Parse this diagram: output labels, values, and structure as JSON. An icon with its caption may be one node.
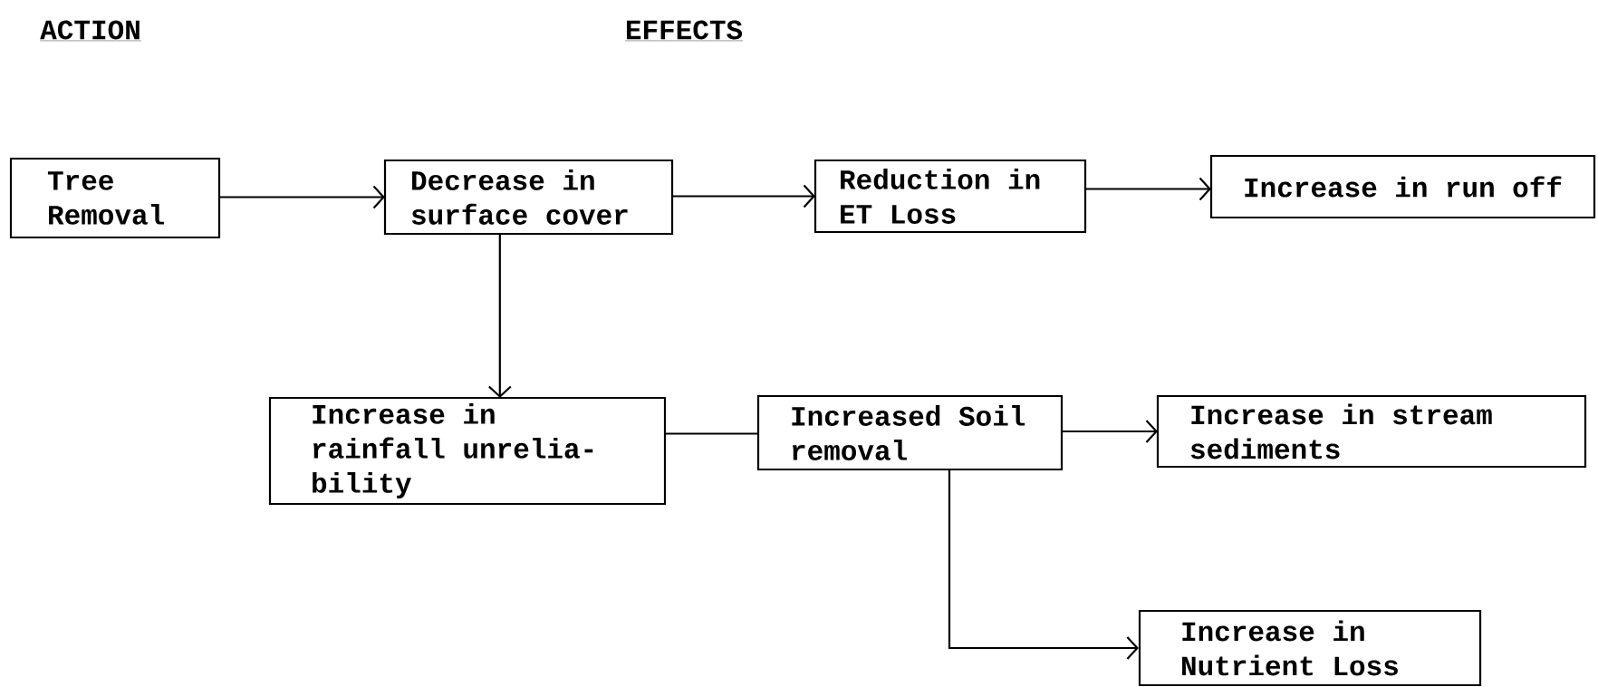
{
  "diagram": {
    "nodes": [
      {
        "text": [
          "Tree Removal"
        ]
      },
      {
        "text": [
          "Decrease in surface cover"
        ]
      },
      {
        "text": [
          "Reduction in ET Loss"
        ]
      },
      {
        "text": [
          "Increase in run off"
        ]
      },
      {
        "text": [
          "Increase in rainfall unrelia- bility"
        ]
      },
      {
        "text": [
          "Increased Soil removal"
        ]
      },
      {
        "text": [
          "Increase in stream sediments"
        ]
      },
      {
        "text": [
          "Increase in Nutrient Loss"
        ]
      }
    ],
    "edges": [
      {
        "from": 0,
        "to": 1,
        "arrow": "to"
      },
      {
        "from": 1,
        "to": 2,
        "arrow": "to"
      },
      {
        "from": 2,
        "to": 3,
        "arrow": "to"
      },
      {
        "from": 1,
        "to": 4,
        "arrow": "to"
      },
      {
        "from": 4,
        "to": 5,
        "arrow": "none"
      },
      {
        "from": 5,
        "to": 6,
        "arrow": "to"
      },
      {
        "from": 5,
        "to": 7,
        "arrow": "to"
      }
    ],
    "labels": [
      "ACTION",
      "EFFECTS"
    ]
  }
}
